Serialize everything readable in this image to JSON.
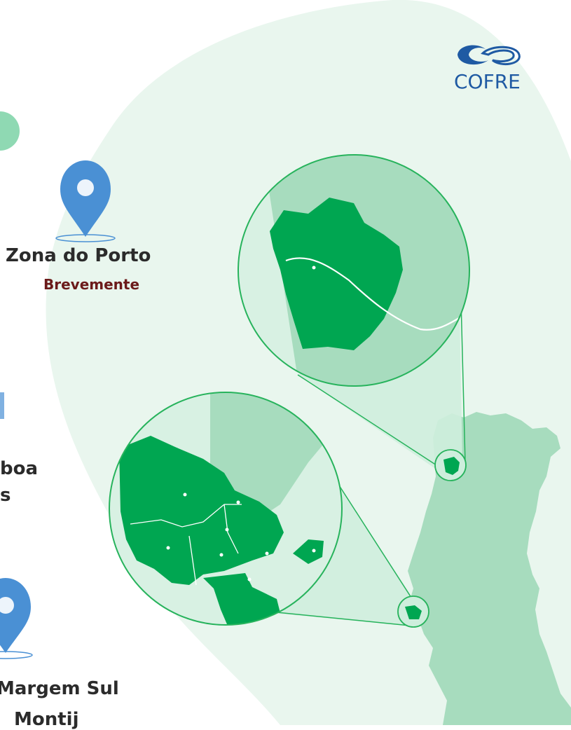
{
  "brand": {
    "logo_text": "COFRE",
    "logo_color": "#1f5aa3",
    "logo_accent": "#1b4c93"
  },
  "colors": {
    "bg_blob": "#e9f6ee",
    "map_light": "#a7dcbe",
    "map_dark": "#00a651",
    "outline": "#27b35c",
    "pin_blue": "#4a90d4",
    "muted_red": "#6b1a1a",
    "text_dark": "#2b2b2b"
  },
  "locations": [
    {
      "title": "Zona do Porto",
      "status": "Brevemente",
      "icon": "map-pin-icon"
    },
    {
      "title": "boa",
      "status": "s",
      "icon": "map-pin-icon"
    },
    {
      "title": "Margem Sul",
      "status": "Montij",
      "icon": "map-pin-icon"
    }
  ],
  "regions": {
    "porto_inset": "porto-zoom-inset",
    "lisbon_inset": "lisbon-zoom-inset",
    "country": "portugal-map"
  }
}
